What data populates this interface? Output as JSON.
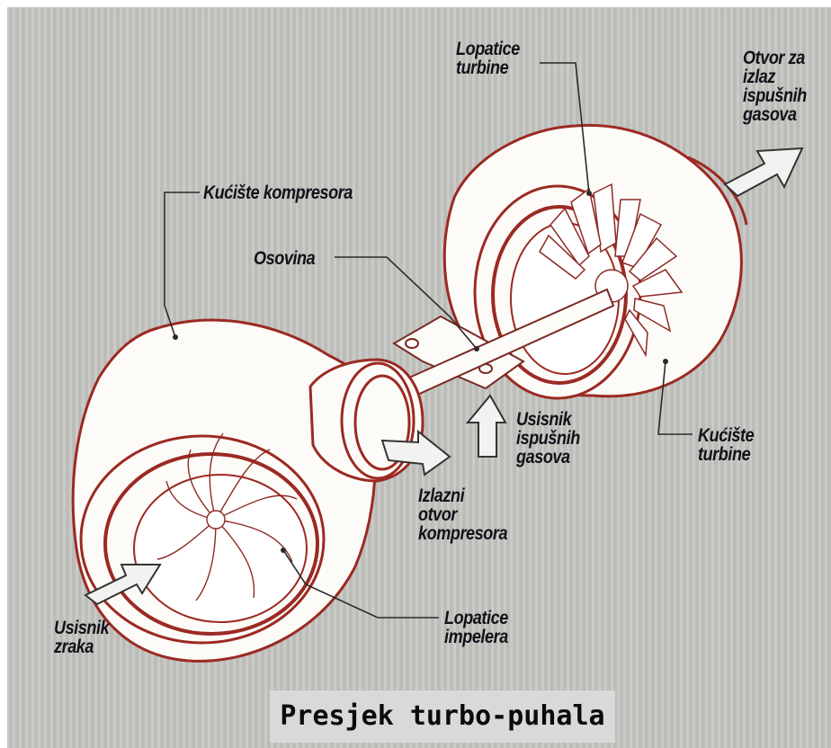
{
  "caption": "Presjek turbo-puhala",
  "labels": {
    "turbine_blades": "Lopatice\nturbine",
    "exhaust_outlet": "Otvor za\nizlaz\nispušnih\ngasova",
    "compressor_housing": "Kućište kompresora",
    "shaft": "Osovina",
    "exhaust_inlet": "Usisnik\nispušnih\ngasova",
    "turbine_housing": "Kućište\nturbine",
    "compressor_outlet": "Izlazni\notvor\nkompresora",
    "impeller_blades": "Lopatice\nimpelera",
    "air_inlet": "Usisnik\nzraka"
  },
  "icons": {
    "air_inlet_arrow": "arrow-right-icon",
    "compressor_outlet_arrow": "arrow-right-icon",
    "exhaust_inlet_arrow": "arrow-up-icon",
    "exhaust_outlet_arrow": "arrow-up-right-icon"
  },
  "colors": {
    "background": "#b9b9b6",
    "stripe": "#cfcfcc",
    "outline_red": "#9b2a22",
    "body_fill": "#fdfbf8",
    "label_text": "#151018",
    "caption_box": "#d9d9d9"
  }
}
